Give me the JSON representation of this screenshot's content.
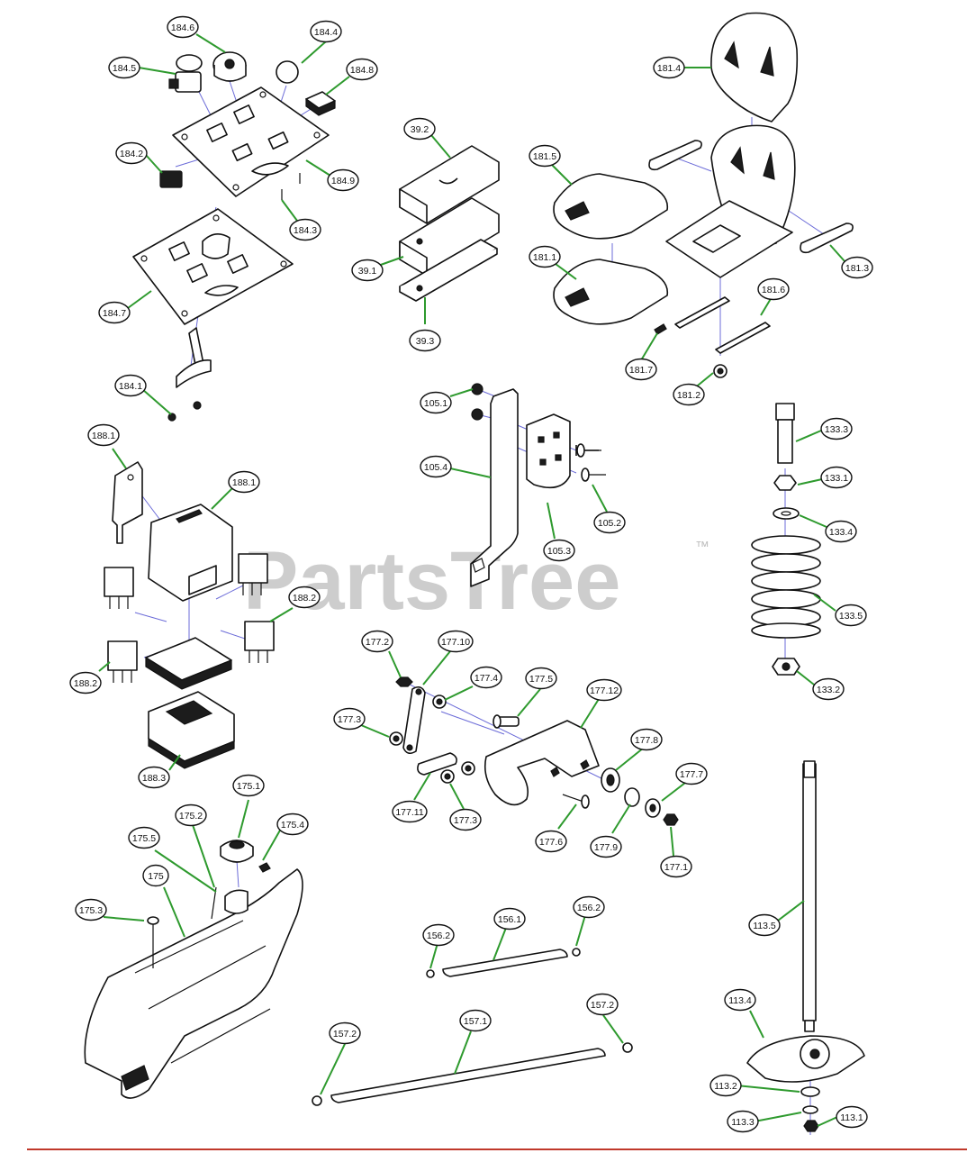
{
  "watermark": {
    "text": "PartsTree",
    "tm": "™"
  },
  "callouts": [
    {
      "id": "184.6",
      "label": "184.6"
    },
    {
      "id": "184.4",
      "label": "184.4"
    },
    {
      "id": "184.5",
      "label": "184.5"
    },
    {
      "id": "184.8",
      "label": "184.8"
    },
    {
      "id": "184.2",
      "label": "184.2"
    },
    {
      "id": "184.9",
      "label": "184.9"
    },
    {
      "id": "184.3",
      "label": "184.3"
    },
    {
      "id": "184.7",
      "label": "184.7"
    },
    {
      "id": "184.1",
      "label": "184.1"
    },
    {
      "id": "39.2",
      "label": "39.2"
    },
    {
      "id": "39.1",
      "label": "39.1"
    },
    {
      "id": "39.3",
      "label": "39.3"
    },
    {
      "id": "181.4",
      "label": "181.4"
    },
    {
      "id": "181.5",
      "label": "181.5"
    },
    {
      "id": "181.1",
      "label": "181.1"
    },
    {
      "id": "181.3",
      "label": "181.3"
    },
    {
      "id": "181.6",
      "label": "181.6"
    },
    {
      "id": "181.7",
      "label": "181.7"
    },
    {
      "id": "181.2",
      "label": "181.2"
    },
    {
      "id": "105.1",
      "label": "105.1"
    },
    {
      "id": "105.4",
      "label": "105.4"
    },
    {
      "id": "105.2",
      "label": "105.2"
    },
    {
      "id": "105.3",
      "label": "105.3"
    },
    {
      "id": "133.3",
      "label": "133.3"
    },
    {
      "id": "133.1",
      "label": "133.1"
    },
    {
      "id": "133.4",
      "label": "133.4"
    },
    {
      "id": "133.5",
      "label": "133.5"
    },
    {
      "id": "133.2",
      "label": "133.2"
    },
    {
      "id": "188.1a",
      "label": "188.1"
    },
    {
      "id": "188.1b",
      "label": "188.1"
    },
    {
      "id": "188.2a",
      "label": "188.2"
    },
    {
      "id": "188.2b",
      "label": "188.2"
    },
    {
      "id": "188.3",
      "label": "188.3"
    },
    {
      "id": "177.2",
      "label": "177.2"
    },
    {
      "id": "177.10",
      "label": "177.10"
    },
    {
      "id": "177.4",
      "label": "177.4"
    },
    {
      "id": "177.5",
      "label": "177.5"
    },
    {
      "id": "177.12",
      "label": "177.12"
    },
    {
      "id": "177.3a",
      "label": "177.3"
    },
    {
      "id": "177.8",
      "label": "177.8"
    },
    {
      "id": "177.7",
      "label": "177.7"
    },
    {
      "id": "177.11",
      "label": "177.11"
    },
    {
      "id": "177.3b",
      "label": "177.3"
    },
    {
      "id": "177.6",
      "label": "177.6"
    },
    {
      "id": "177.9",
      "label": "177.9"
    },
    {
      "id": "177.1",
      "label": "177.1"
    },
    {
      "id": "175.1",
      "label": "175.1"
    },
    {
      "id": "175.2",
      "label": "175.2"
    },
    {
      "id": "175.5",
      "label": "175.5"
    },
    {
      "id": "175.4",
      "label": "175.4"
    },
    {
      "id": "175",
      "label": "175"
    },
    {
      "id": "175.3",
      "label": "175.3"
    },
    {
      "id": "156.2a",
      "label": "156.2"
    },
    {
      "id": "156.1",
      "label": "156.1"
    },
    {
      "id": "156.2b",
      "label": "156.2"
    },
    {
      "id": "157.1",
      "label": "157.1"
    },
    {
      "id": "157.2a",
      "label": "157.2"
    },
    {
      "id": "157.2b",
      "label": "157.2"
    },
    {
      "id": "113.5",
      "label": "113.5"
    },
    {
      "id": "113.4",
      "label": "113.4"
    },
    {
      "id": "113.2",
      "label": "113.2"
    },
    {
      "id": "113.3",
      "label": "113.3"
    },
    {
      "id": "113.1",
      "label": "113.1"
    }
  ]
}
